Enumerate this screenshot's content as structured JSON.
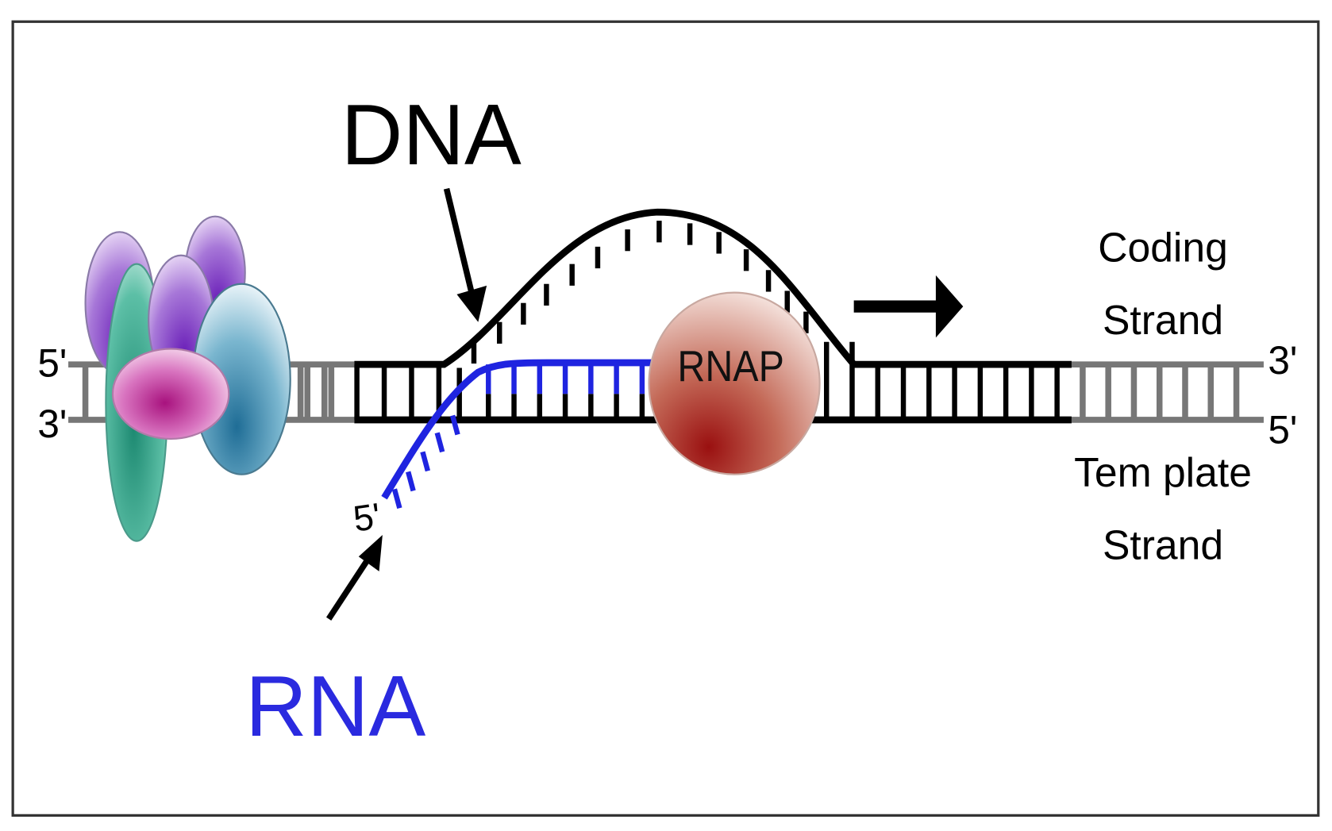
{
  "title_label": "DNA",
  "rna_label": "RNA",
  "polymerase_label": "RNAP",
  "left_ends": {
    "top": "5'",
    "bottom": "3'"
  },
  "right_ends": {
    "top": "3'",
    "bottom": "5'"
  },
  "rna_end_label": "5'",
  "coding_strand": {
    "line1": "Coding",
    "line2": "Strand"
  },
  "template_strand": {
    "line1": "Tem plate",
    "line2": "Strand"
  },
  "colors": {
    "dna_strand": "#000000",
    "dna_faded": "#7a7a7a",
    "rna_strand": "#1f24e0",
    "rna_text": "#2a2adf",
    "rnap_fill": "#c87a68",
    "rnap_core": "#9a1010",
    "teal_protein": "#2a9a84",
    "blue_protein": "#3a88a8",
    "purple_protein": "#9a5ad0",
    "magenta_protein": "#c0309a",
    "frame": "#333333"
  }
}
